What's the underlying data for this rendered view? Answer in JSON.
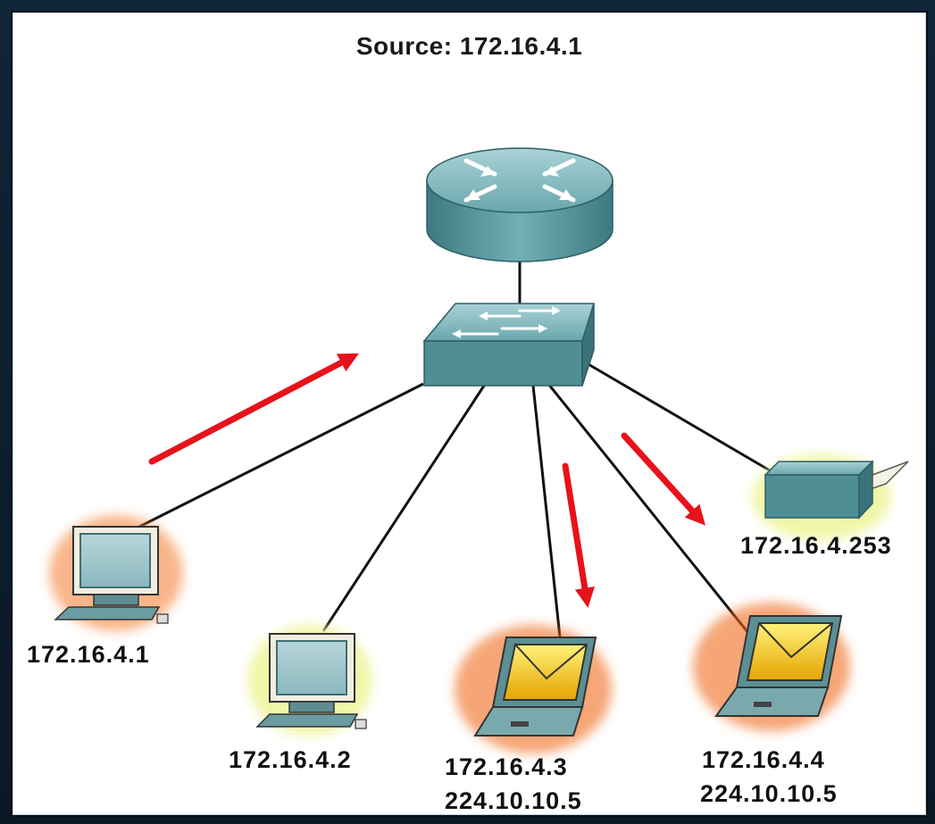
{
  "title": "Source: 172.16.4.1",
  "devices": {
    "router": {
      "type": "router"
    },
    "switch": {
      "type": "switch"
    },
    "pc1": {
      "type": "pc",
      "ip": "172.16.4.1"
    },
    "pc2": {
      "type": "pc",
      "ip": "172.16.4.2"
    },
    "laptop3": {
      "type": "laptop",
      "ip": "172.16.4.3",
      "multicast": "224.10.10.5",
      "receives_message": true
    },
    "laptop4": {
      "type": "laptop",
      "ip": "172.16.4.4",
      "multicast": "224.10.10.5",
      "receives_message": true
    },
    "printer": {
      "type": "printer",
      "ip": "172.16.4.253"
    }
  },
  "colors": {
    "device_teal": "#4f8e94",
    "arrow_red": "#e8121a",
    "receiver_glow": "#e0541a",
    "idle_glow": "#eef59a",
    "envelope": "#f5c518"
  }
}
